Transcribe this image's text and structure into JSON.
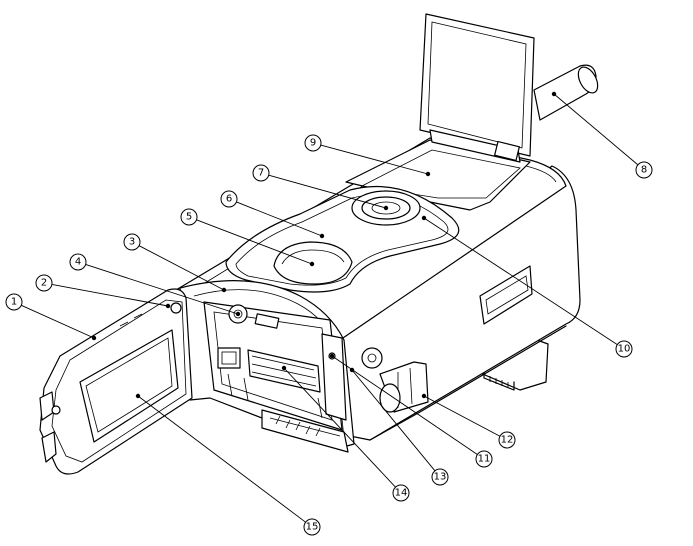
{
  "figure": {
    "callouts": [
      {
        "label": "1"
      },
      {
        "label": "2"
      },
      {
        "label": "3"
      },
      {
        "label": "4"
      },
      {
        "label": "5"
      },
      {
        "label": "6"
      },
      {
        "label": "7"
      },
      {
        "label": "8"
      },
      {
        "label": "9"
      },
      {
        "label": "10"
      },
      {
        "label": "11"
      },
      {
        "label": "12"
      },
      {
        "label": "13"
      },
      {
        "label": "14"
      },
      {
        "label": "15"
      }
    ]
  }
}
